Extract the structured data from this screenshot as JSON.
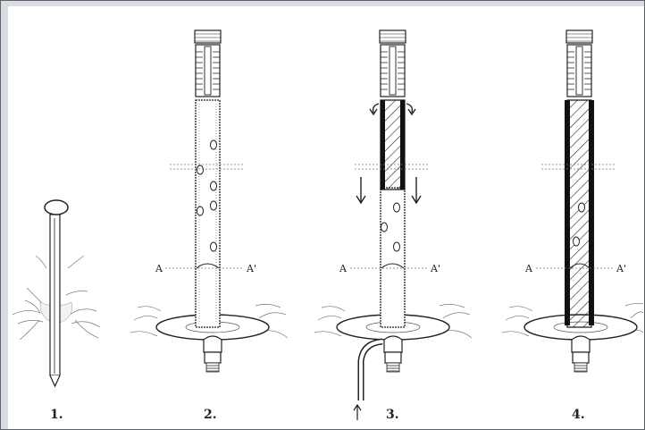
{
  "figure": {
    "steps": [
      {
        "number": "1."
      },
      {
        "number": "2.",
        "section_left": "A",
        "section_right": "A'"
      },
      {
        "number": "3.",
        "section_left": "A",
        "section_right": "A'"
      },
      {
        "number": "4.",
        "section_left": "A",
        "section_right": "A'"
      }
    ]
  },
  "colors": {
    "frame_border": "#5d636b",
    "background": "#d9dde3",
    "panel": "#ffffff",
    "ink": "#222222"
  },
  "icons": [
    "roots-icon",
    "arrow-down-icon",
    "arrow-up-icon",
    "hatch-fill",
    "nut-icon",
    "threaded-cap-icon"
  ]
}
